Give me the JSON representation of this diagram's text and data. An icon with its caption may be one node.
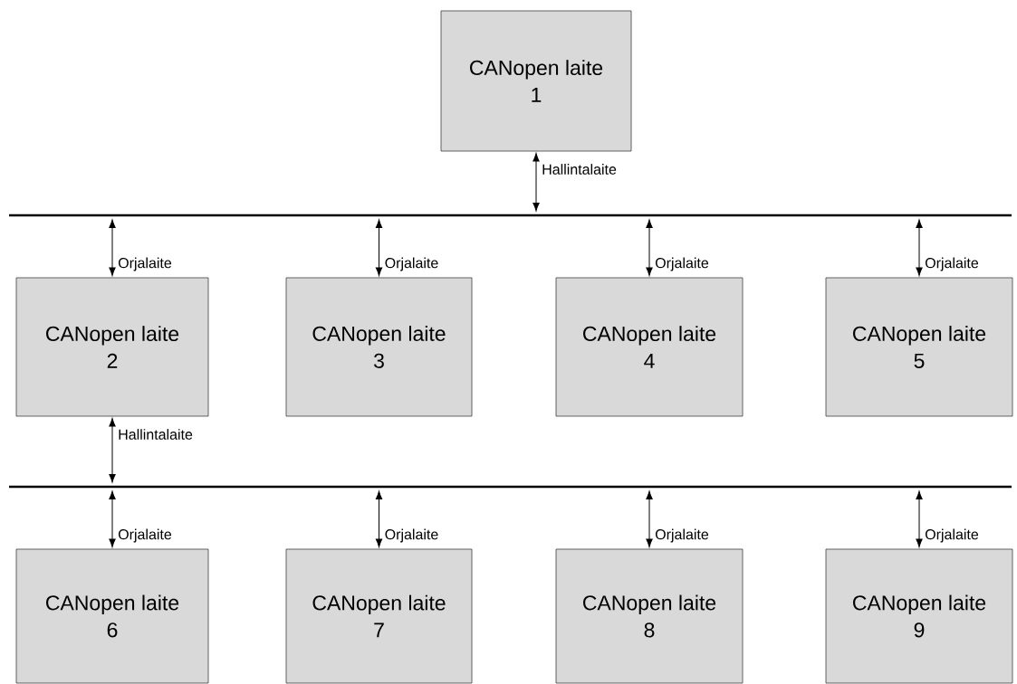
{
  "diagram": {
    "nodes": [
      {
        "text": [
          "CANopen laite",
          "1"
        ]
      },
      {
        "text": [],
        "shape": "bar"
      },
      {
        "text": [
          "CANopen laite",
          "2"
        ]
      },
      {
        "text": [
          "CANopen laite",
          "3"
        ]
      },
      {
        "text": [
          "CANopen laite",
          "4"
        ]
      },
      {
        "text": [
          "CANopen laite",
          "5"
        ]
      },
      {
        "text": [],
        "shape": "bar"
      },
      {
        "text": [
          "CANopen laite",
          "6"
        ]
      },
      {
        "text": [
          "CANopen laite",
          "7"
        ]
      },
      {
        "text": [
          "CANopen laite",
          "8"
        ]
      },
      {
        "text": [
          "CANopen laite",
          "9"
        ]
      }
    ],
    "edges": [
      {
        "from": 1,
        "to": 0,
        "arrow": "both",
        "label": "Hallintalaite"
      },
      {
        "from": 1,
        "to": 2,
        "arrow": "both",
        "label": "Orjalaite"
      },
      {
        "from": 1,
        "to": 3,
        "arrow": "both",
        "label": "Orjalaite"
      },
      {
        "from": 1,
        "to": 4,
        "arrow": "both",
        "label": "Orjalaite"
      },
      {
        "from": 1,
        "to": 5,
        "arrow": "both",
        "label": "Orjalaite"
      },
      {
        "from": 6,
        "to": 2,
        "arrow": "both",
        "label": "Hallintalaite"
      },
      {
        "from": 6,
        "to": 7,
        "arrow": "both",
        "label": "Orjalaite"
      },
      {
        "from": 6,
        "to": 8,
        "arrow": "both",
        "label": "Orjalaite"
      },
      {
        "from": 6,
        "to": 9,
        "arrow": "both",
        "label": "Orjalaite"
      },
      {
        "from": 6,
        "to": 10,
        "arrow": "both",
        "label": "Orjalaite"
      }
    ]
  }
}
